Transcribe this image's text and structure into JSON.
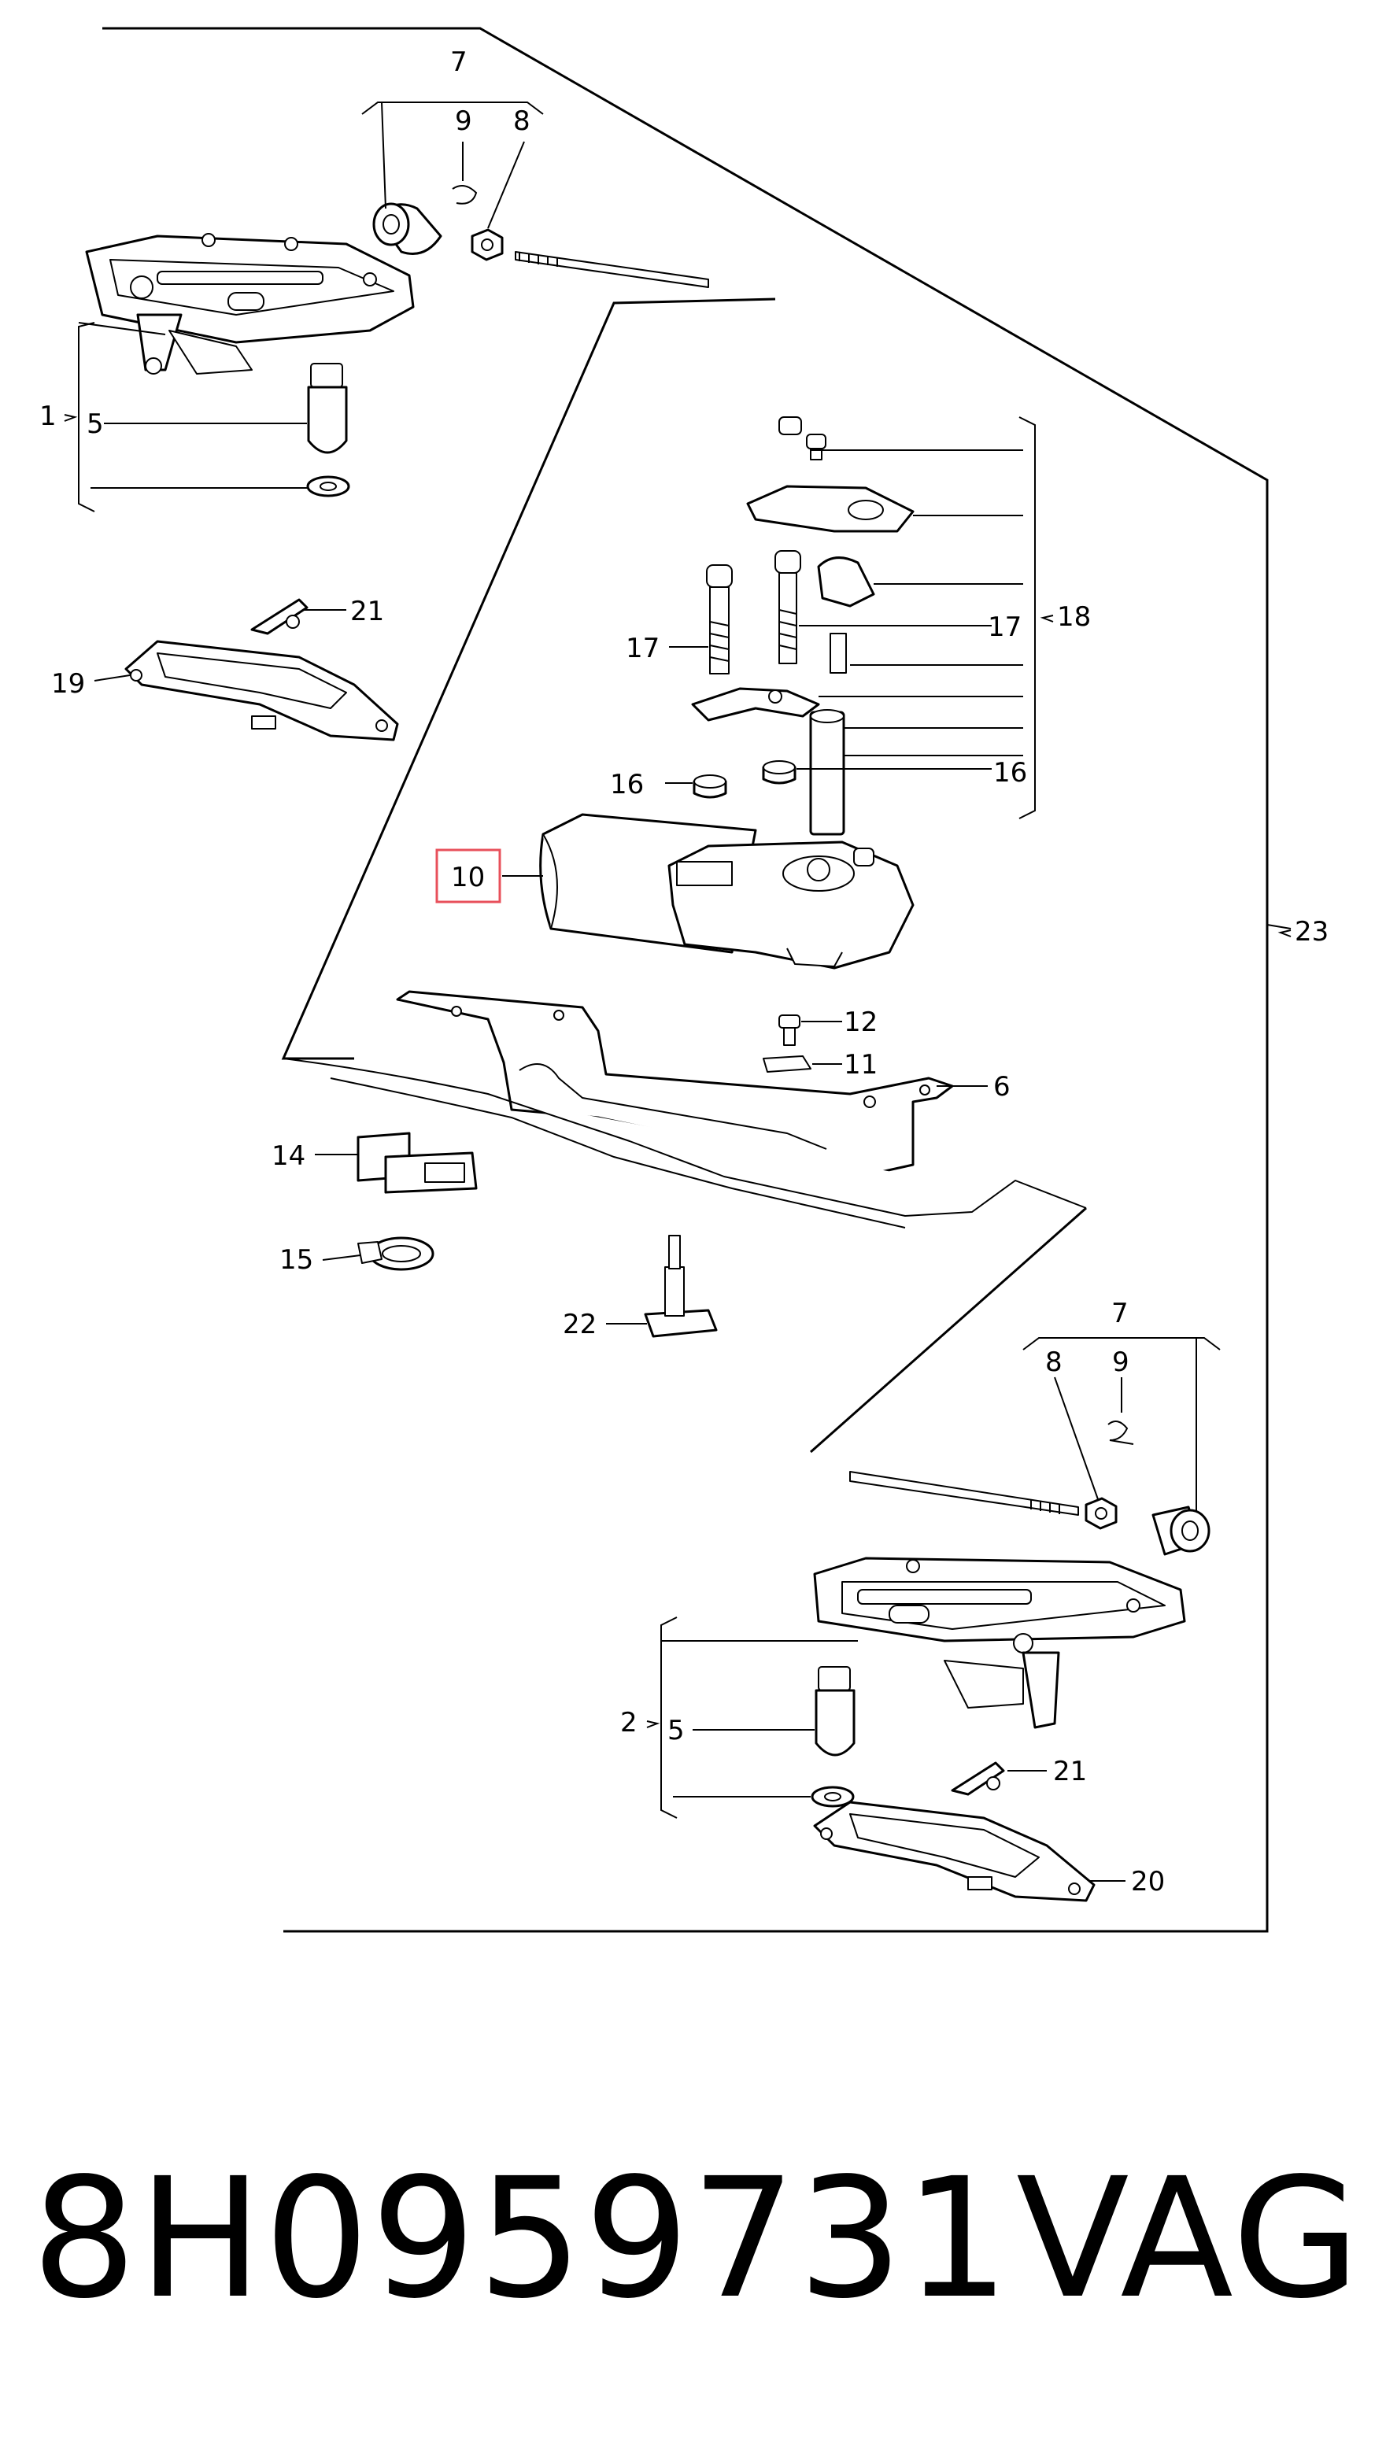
{
  "callouts": {
    "c1": "1",
    "c2": "2",
    "c5a": "5",
    "c5b": "5",
    "c6": "6",
    "c7a": "7",
    "c7b": "7",
    "c8a": "8",
    "c8b": "8",
    "c9a": "9",
    "c9b": "9",
    "c10": "10",
    "c11": "11",
    "c12": "12",
    "c14": "14",
    "c15": "15",
    "c16a": "16",
    "c16b": "16",
    "c17a": "17",
    "c17b": "17",
    "c18": "18",
    "c19": "19",
    "c20": "20",
    "c21a": "21",
    "c21b": "21",
    "c22": "22",
    "c23": "23"
  },
  "highlight_color": "#e8505b",
  "footer": {
    "part_number": "8H0959731",
    "brand": "VAG"
  }
}
